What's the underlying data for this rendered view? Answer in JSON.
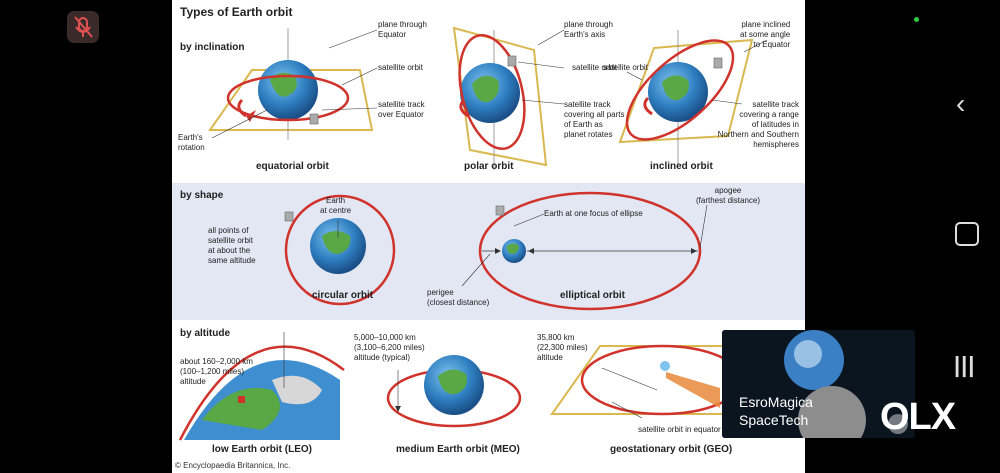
{
  "diagram": {
    "title": "Types of Earth orbit",
    "sections": {
      "inclination": "by inclination",
      "shape": "by shape",
      "altitude": "by altitude"
    },
    "inclination": {
      "equatorial_caption": "equatorial orbit",
      "polar_caption": "polar orbit",
      "inclined_caption": "inclined orbit",
      "plane_equator": "plane through\nEquator",
      "satellite_orbit_1": "satellite orbit",
      "track_equator": "satellite track\nover Equator",
      "earth_rotation": "Earth's\nrotation",
      "plane_axis": "plane through\nEarth's axis",
      "satellite_orbit_2": "satellite orbit",
      "track_all": "satellite track\ncovering all parts\nof Earth as\nplanet rotates",
      "plane_inclined": "plane inclined\nat some angle\nto Equator",
      "satellite_orbit_3": "satellite orbit",
      "track_range": "satellite track\ncovering a range\nof latitudes in\nNorthern and Southern\nhemispheres"
    },
    "shape": {
      "earth_centre": "Earth\nat centre",
      "all_points": "all points of\nsatellite orbit\nat about the\nsame altitude",
      "circular_caption": "circular orbit",
      "focus": "Earth at one focus of ellipse",
      "apogee": "apogee\n(farthest distance)",
      "perigee": "perigee\n(closest distance)",
      "elliptical_caption": "elliptical orbit"
    },
    "altitude": {
      "leo_alt": "about 160–2,000 km\n(100–1,200 miles)\naltitude",
      "leo_caption": "low Earth orbit (LEO)",
      "meo_alt": "5,000–10,000 km\n(3,100–6,200 miles)\naltitude (typical)",
      "meo_caption": "medium Earth orbit (MEO)",
      "geo_alt": "35,800 km\n(22,300 miles)\naltitude",
      "geo_track": "satellite orbit in equator",
      "geo_caption": "geostationary orbit (GEO)"
    },
    "copyright": "© Encyclopaedia Britannica, Inc."
  },
  "overlay": {
    "channel_name_1": "EsroMagica",
    "channel_name_2": "SpaceTech",
    "watermark": "OLX"
  },
  "colors": {
    "orbit": "#d0332b",
    "plane": "#d9b850",
    "earth_ocean": "#2f7fc1",
    "earth_land": "#5aa845",
    "shape_band": "#e2e7f3"
  },
  "icons": {
    "mute": "microphone-muted-icon",
    "back": "back-chevron-icon",
    "home": "home-square-icon",
    "recent": "recent-apps-icon"
  }
}
